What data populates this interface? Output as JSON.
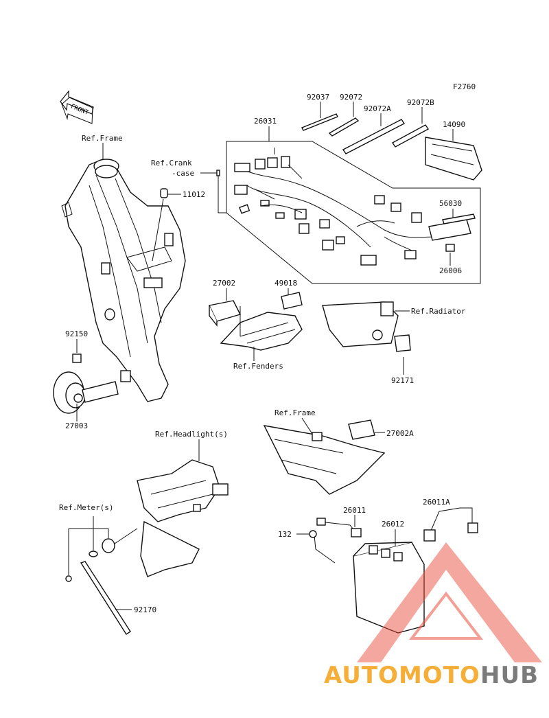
{
  "figure_code": "F2760",
  "front_label": "FRONT",
  "labels": {
    "p92037": "92037",
    "p92072": "92072",
    "p92072A": "92072A",
    "p92072B": "92072B",
    "p26031": "26031",
    "p14090": "14090",
    "ref_crank_1": "Ref.Crank",
    "ref_crank_2": "-case",
    "p11012": "11012",
    "ref_frame_top": "Ref.Frame",
    "p56030": "56030",
    "p26006": "26006",
    "p27002": "27002",
    "p49018": "49018",
    "ref_radiator": "Ref.Radiator",
    "ref_fenders": "Ref.Fenders",
    "p92171": "92171",
    "p92150": "92150",
    "p27003": "27003",
    "ref_frame_mid": "Ref.Frame",
    "p27002A": "27002A",
    "ref_headlight": "Ref.Headlight(s)",
    "ref_meter": "Ref.Meter(s)",
    "p26011A": "26011A",
    "p26011": "26011",
    "p26012": "26012",
    "p132": "132",
    "p92170": "92170"
  },
  "watermark": {
    "part1": "AUTOMOTO",
    "part2": "HUB",
    "color_orange": "#f5a623",
    "color_red": "#e84c3d",
    "color_gray": "#6d6d6d"
  }
}
